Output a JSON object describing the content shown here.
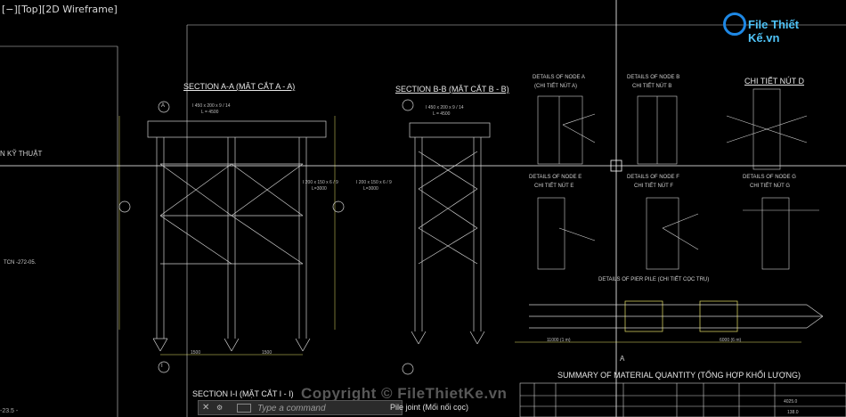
{
  "viewport": {
    "label": "[−][Top][2D Wireframe]"
  },
  "logo": {
    "text": "File Thiết Kế.vn",
    "color": "#1e88e5"
  },
  "drawing": {
    "section_aa": "SECTION A-A (MẶT CẮT A - A)",
    "section_bb": "SECTION B-B (MẶT CẮT B - B)",
    "section_ii": "SECTION I-I (MẶT CẮT I - I)",
    "ky_thuat": "N KỸ THUẬT",
    "tcn": "TCN -272-05.",
    "node_a": "DETAILS OF NODE A",
    "node_a_vn": "(CHI TIẾT NÚT A)",
    "node_b": "DETAILS OF NODE B",
    "node_b_vn": "CHI TIẾT NÚT B",
    "node_d": "CHI TIẾT NÚT D",
    "node_e": "DETAILS OF NODE E",
    "node_e_vn": "CHI TIẾT NÚT E",
    "node_f": "DETAILS OF NODE F",
    "node_f_vn": "CHI TIẾT NÚT F",
    "node_g": "DETAILS OF NODE G",
    "node_g_vn": "CHI TIẾT NÚT G",
    "pier_pile": "DETAILS OF PIER PILE (CHI TIẾT CỌC TRỤ)",
    "summary": "SUMMARY OF MATERIAL QUANTITY (TỔNG HỢP KHỐI LƯỢNG)",
    "beam_a": "I 450 x 200 x 9 / 14",
    "beam_len": "L = 4500",
    "brace": "I 200 x 150 x 6 / 9",
    "brace_len": "L=3000",
    "dim_1500": "1500",
    "dim_11000": "11000 (1 m)",
    "dim_6000": "6000 (6 m)",
    "val_4025": "4025.0",
    "val_138": "138.0",
    "section_mark_a": "A",
    "section_mark_i": "I",
    "pile_joint": "Pile joint (Mối nối cọc)"
  },
  "watermark": {
    "text": "Copyright © FileThietKe.vn"
  },
  "command": {
    "close": "✕",
    "placeholder": "Type a command"
  },
  "coord": "-23.5 -"
}
